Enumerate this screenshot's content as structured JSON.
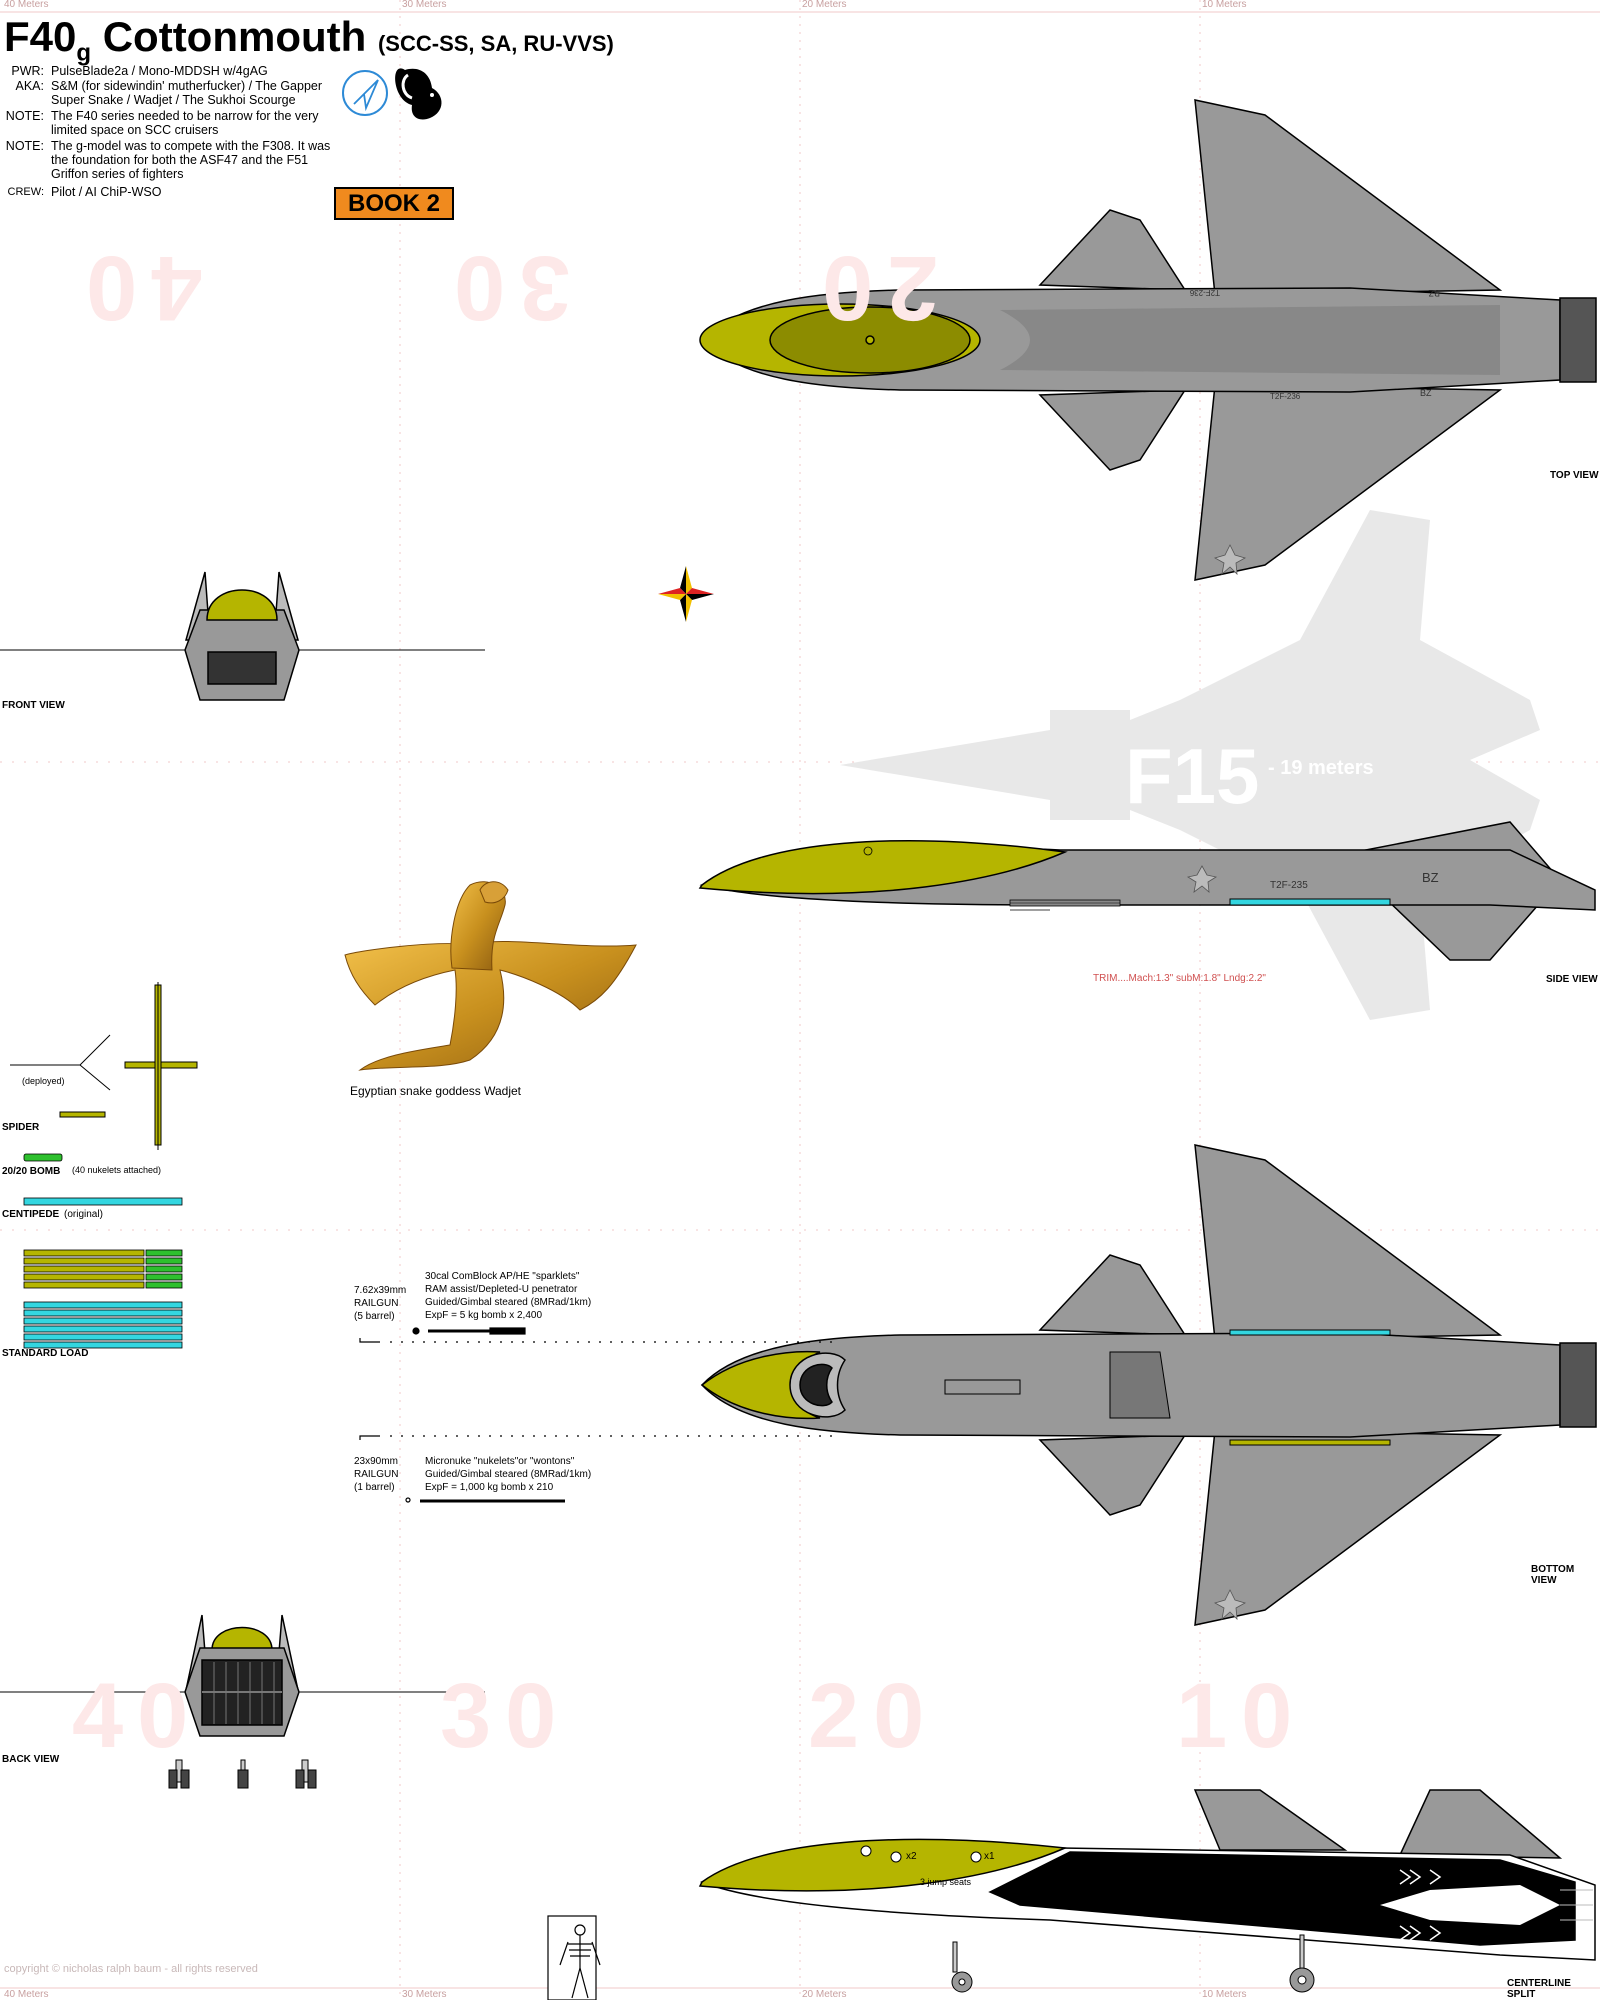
{
  "header": {
    "model": "F40",
    "variant": "g",
    "name": "Cottonmouth",
    "designations": "(SCC-SS, SA, RU-VVS)"
  },
  "specs": [
    {
      "key": "PWR:",
      "value": "PulseBlade2a / Mono-MDDSH w/4gAG"
    },
    {
      "key": "AKA:",
      "value": "S&M (for sidewindin' mutherfucker) / The Gapper Super Snake / Wadjet / The Sukhoi Scourge"
    },
    {
      "key": "NOTE:",
      "value": "The F40 series needed to be narrow for the very limited space on SCC cruisers"
    },
    {
      "key": "NOTE:",
      "value": "The g-model was to compete with the F308. It was the foundation for both the ASF47 and the F51 Griffon series of fighters"
    },
    {
      "key": "CREW:",
      "value": "Pilot / AI ChiP-WSO"
    }
  ],
  "book_badge": "BOOK 2",
  "rulers": {
    "top": [
      "40 Meters",
      "30 Meters",
      "20 Meters",
      "10 Meters"
    ],
    "bottom": [
      "40 Meters",
      "30 Meters",
      "20 Meters",
      "10 Meters"
    ],
    "scale_numbers": [
      "40",
      "30",
      "20",
      "10"
    ]
  },
  "views": {
    "top": "TOP VIEW",
    "front": "FRONT VIEW",
    "side": "SIDE VIEW",
    "bottom": "BOTTOM VIEW",
    "back": "BACK VIEW",
    "centerline": "CENTERLINE SPLIT"
  },
  "hull_markings": {
    "serial": "T2F-235",
    "serial_flipped": "T2F-236",
    "tail_code": "BZ"
  },
  "trim_note": "TRIM....Mach:1.3\"  subM:1.8\"  Lndg:2.2\"",
  "f15_overlay": {
    "label": "F15",
    "length": "- 19 meters"
  },
  "wadjet_caption": "Egyptian snake goddess Wadjet",
  "weapons": {
    "spider": {
      "label": "SPIDER",
      "note": "(deployed)"
    },
    "bomb": {
      "label": "20/20 BOMB",
      "note": "(40 nukelets attached)"
    },
    "centipede": {
      "label": "CENTIPEDE",
      "note": "(original)"
    },
    "standard_load": "STANDARD LOAD"
  },
  "railgun_small": {
    "caliber": "7.62x39mm",
    "type": "RAILGUN",
    "barrels": "(5 barrel)",
    "lines": [
      "30cal ComBlock AP/HE \"sparklets\"",
      "RAM assist/Depleted-U penetrator",
      "Guided/Gimbal steared (8MRad/1km)",
      "ExpF = 5 kg bomb x 2,400"
    ]
  },
  "railgun_large": {
    "caliber": "23x90mm",
    "type": "RAILGUN",
    "barrels": "(1 barrel)",
    "lines": [
      "Micronuke \"nukelets\"or \"wontons\"",
      "Guided/Gimbal steared (8MRad/1km)",
      "ExpF = 1,000 kg bomb x 210"
    ]
  },
  "centerline": {
    "crew_x2": "x2",
    "crew_x1": "x1",
    "jump_seats": "3 jump seats"
  },
  "copyright": "copyright © nicholas ralph baum - all rights reserved",
  "colors": {
    "hull": "#999999",
    "hull_dark": "#777777",
    "canopy": "#b5b500",
    "canopy_dark": "#8c8c00",
    "cyan": "#33d6e0",
    "gold": "#c8901e",
    "badge": "#f08a1e",
    "ruler": "#f2c8c8",
    "ghost": "#e8e8e8"
  }
}
